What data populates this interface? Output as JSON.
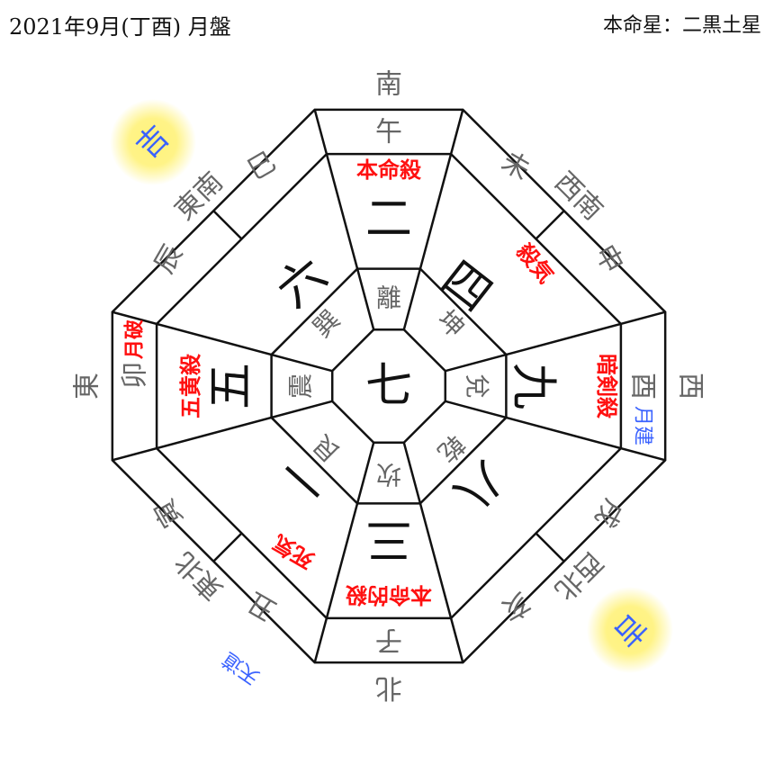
{
  "header": {
    "title": "2021年9月(丁酉) 月盤",
    "honmeisei": "本命星：二黒土星"
  },
  "center_star": "七",
  "sectors": [
    {
      "direction": "南",
      "branches": [
        "午"
      ],
      "annotation": "本命殺",
      "star": "二",
      "trigram": "離"
    },
    {
      "direction": "西南",
      "branches": [
        "未",
        "申"
      ],
      "annotation": "殺気",
      "star": "四",
      "trigram": "坤"
    },
    {
      "direction": "西",
      "branches": [
        "酉"
      ],
      "annotation": "暗剣殺",
      "star": "九",
      "trigram": "兌",
      "extra": {
        "text": "月建",
        "color": "blue"
      }
    },
    {
      "direction": "西北",
      "branches": [
        "戌",
        "亥"
      ],
      "annotation": "",
      "star": "八",
      "trigram": "乾"
    },
    {
      "direction": "北",
      "branches": [
        "子"
      ],
      "annotation": "本命的殺",
      "star": "三",
      "trigram": "坎"
    },
    {
      "direction": "東北",
      "branches": [
        "丑",
        "寅"
      ],
      "annotation": "死気",
      "star": "一",
      "trigram": "艮"
    },
    {
      "direction": "東",
      "branches": [
        "卯"
      ],
      "annotation": "五黄殺",
      "star": "五",
      "trigram": "震",
      "extra": {
        "text": "月破",
        "color": "red"
      }
    },
    {
      "direction": "東南",
      "branches": [
        "辰",
        "巳"
      ],
      "annotation": "",
      "star": "六",
      "trigram": "巽"
    }
  ],
  "luck_marks": [
    {
      "text": "吉",
      "direction": "東南"
    },
    {
      "text": "吉",
      "direction": "西北"
    },
    {
      "text": "天道",
      "direction": "東北"
    }
  ],
  "colors": {
    "annotation": "#ff1010",
    "blue": "#3a62ff",
    "glow": "#fff27a",
    "line": "#111111"
  }
}
